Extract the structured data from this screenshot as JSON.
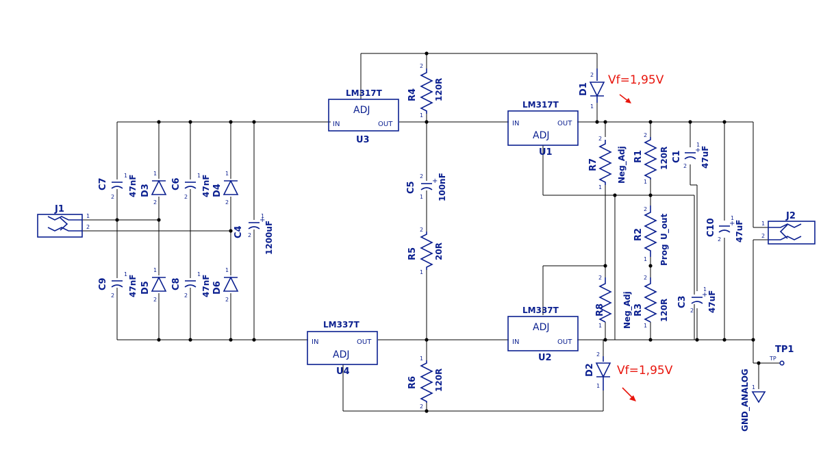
{
  "connectors": {
    "J1": {
      "ref": "J1",
      "pins": [
        "1",
        "2"
      ]
    },
    "J2": {
      "ref": "J2",
      "pins": [
        "1",
        "2"
      ]
    }
  },
  "regulators": {
    "U3": {
      "ref": "U3",
      "part": "LM317T",
      "adj": "ADJ",
      "in": "IN",
      "out": "OUT"
    },
    "U1": {
      "ref": "U1",
      "part": "LM317T",
      "adj": "ADJ",
      "in": "IN",
      "out": "OUT"
    },
    "U4": {
      "ref": "U4",
      "part": "LM337T",
      "adj": "ADJ",
      "in": "IN",
      "out": "OUT"
    },
    "U2": {
      "ref": "U2",
      "part": "LM337T",
      "adj": "ADJ",
      "in": "IN",
      "out": "OUT"
    }
  },
  "capacitors": {
    "C7": {
      "ref": "C7",
      "value": "47nF"
    },
    "C6": {
      "ref": "C6",
      "value": "47nF"
    },
    "C9": {
      "ref": "C9",
      "value": "47nF"
    },
    "C8": {
      "ref": "C8",
      "value": "47nF"
    },
    "C4": {
      "ref": "C4",
      "value": "1200uF"
    },
    "C5": {
      "ref": "C5",
      "value": "100nF"
    },
    "C1": {
      "ref": "C1",
      "value": "47uF"
    },
    "C10": {
      "ref": "C10",
      "value": "47uF"
    },
    "C3": {
      "ref": "C3",
      "value": "47uF"
    }
  },
  "diodes": {
    "D3": {
      "ref": "D3"
    },
    "D4": {
      "ref": "D4"
    },
    "D5": {
      "ref": "D5"
    },
    "D6": {
      "ref": "D6"
    },
    "D1": {
      "ref": "D1"
    },
    "D2": {
      "ref": "D2"
    }
  },
  "resistors": {
    "R4": {
      "ref": "R4",
      "value": "120R"
    },
    "R5": {
      "ref": "R5",
      "value": "20R"
    },
    "R6": {
      "ref": "R6",
      "value": "120R"
    },
    "R7": {
      "ref": "R7",
      "value": "Neg_Adj"
    },
    "R1": {
      "ref": "R1",
      "value": "120R"
    },
    "R2": {
      "ref": "R2",
      "value": "U_out",
      "label": "Prog"
    },
    "R8": {
      "ref": "R8",
      "value": "Neg_Adj"
    },
    "R3": {
      "ref": "R3",
      "value": "120R"
    }
  },
  "testpoint": {
    "ref": "TP1",
    "pin": "TP"
  },
  "ground": {
    "label": "GND_ANALOG",
    "pin": "1"
  },
  "annotations": {
    "d1_vf": "Vf=1,95V",
    "d2_vf": "Vf=1,95V"
  },
  "pin_numbers": {
    "one": "1",
    "two": "2",
    "plus": "+"
  },
  "colors": {
    "symbol": "#0a1f8f",
    "wire": "#000000",
    "annotation": "#e8150c"
  }
}
